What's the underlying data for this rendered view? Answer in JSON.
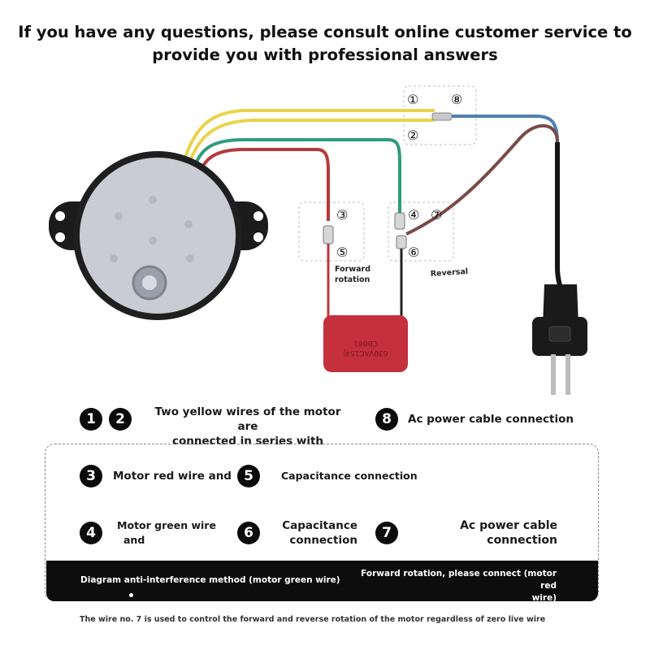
{
  "header": {
    "line1": "If you have any questions, please consult online customer service to",
    "line2": "provide you with professional answers"
  },
  "diagram": {
    "terminals": {
      "t1": "①",
      "t2": "②",
      "t3": "③",
      "t4": "④",
      "t5": "⑤",
      "t6": "⑥",
      "t7": "⑦",
      "t8": "⑧"
    },
    "forward_label_1": "Forward",
    "forward_label_2": "rotation",
    "reversal_label": "Reversal",
    "capacitor_text_1": "CBB61",
    "capacitor_text_2": "630VAC154J",
    "colors": {
      "yellow_wire": "#e8d44a",
      "green_wire": "#2e9c7c",
      "red_wire": "#b8383a",
      "blue_wire": "#4f7fb0",
      "brown_wire": "#7a4a48",
      "power_cable": "#151515",
      "capacitor": "#c62f3c",
      "motor_face": "#c9ccd3"
    }
  },
  "legend": {
    "row1": {
      "n1": "1",
      "n2": "2",
      "text_a": "Two yellow wires of the motor are",
      "text_b": "connected in series with",
      "n8": "8",
      "text_8": "Ac power cable connection"
    },
    "row2": {
      "n3": "3",
      "text_3": "Motor red wire and",
      "n5": "5",
      "text_5": "Capacitance connection"
    },
    "row3": {
      "n4": "4",
      "text_4a": "Motor green wire",
      "text_4b": "and",
      "n6": "6",
      "text_6a": "Capacitance",
      "text_6b": "connection",
      "n7": "7",
      "text_7a": "Ac power cable",
      "text_7b": "connection"
    },
    "band": {
      "left": "Diagram anti-interference method (motor green wire)",
      "right_a": "Forward rotation, please connect (motor red",
      "right_b": "wire)"
    }
  },
  "footnote": "The wire no. 7 is used to control the forward and reverse rotation of the motor regardless of zero live wire"
}
